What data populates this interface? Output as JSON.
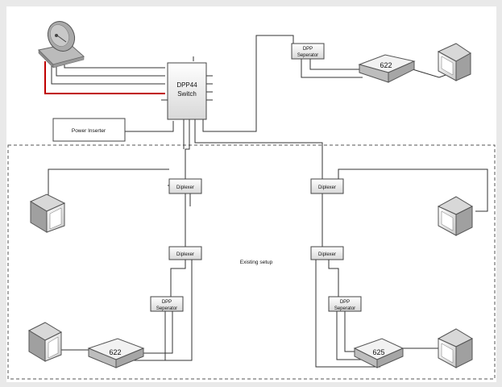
{
  "switch": {
    "line1": "DPP44",
    "line2": "Switch"
  },
  "power_inserter": "Power Inserter",
  "existing_setup": "Existing setup",
  "diplexer": "Diplexer",
  "dpp_separator": {
    "line1": "DPP",
    "line2": "Seperator"
  },
  "receivers": {
    "top_right": "622",
    "bottom_left": "622",
    "bottom_right": "625"
  },
  "colors": {
    "background": "#e9e9e9",
    "canvas": "#ffffff",
    "line": "#333333",
    "dish_feed": "#c00000"
  }
}
